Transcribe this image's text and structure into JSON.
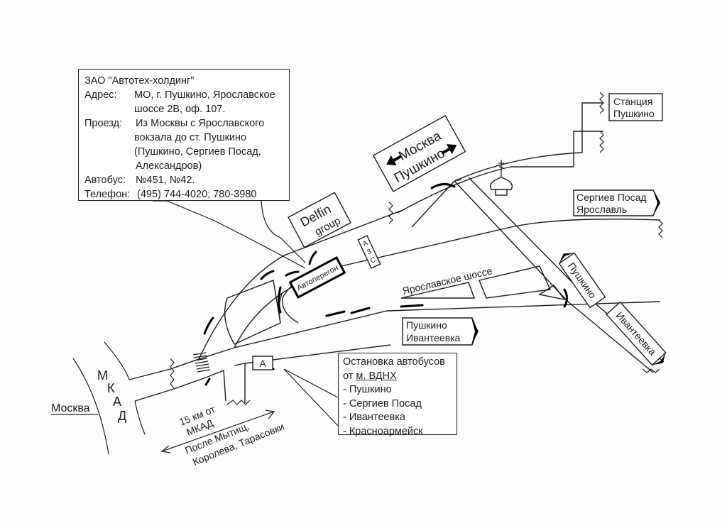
{
  "info_box": {
    "company": "ЗАО \"Автотех-холдинг\"",
    "address_label": "Адрес:",
    "address_line1": "МО, г. Пушкино, Ярославское",
    "address_line2": "шоссе 2В, оф. 107.",
    "route_label": "Проезд:",
    "route_line1": "Из Москвы с Ярославского",
    "route_line2": "вокзала до ст. Пушкино",
    "route_line3": "(Пушкино, Сергиев Посад,",
    "route_line4": "Александров)",
    "bus_label": "Автобус:",
    "bus_value": "№451, №42.",
    "phone_label": "Телефон:",
    "phone_value": "(495) 744-4020; 780-3980"
  },
  "bus_stop_box": {
    "title_line1": "Остановка автобусов",
    "title_prefix": "от ",
    "title_metro": "м. ВДНХ",
    "routes": [
      "- Пушкино",
      "- Сергиев Посад",
      "- Ивантеевка",
      "- Красноармейск"
    ]
  },
  "signs": {
    "moscow_pushkino_top": "Москва",
    "moscow_pushkino_bottom": "Пушкино",
    "station_line1": "Станция",
    "station_line2": "Пушкино",
    "sergiev_line1": "Сергиев Посад",
    "sergiev_line2": "Ярославль",
    "pushkino_ivanteevka_line1": "Пушкино",
    "pushkino_ivanteevka_line2": "Ивантеевка",
    "diag_pushkino": "Пушкино",
    "diag_ivanteevka": "Ивантеевка",
    "delfin_line1": "Delfin",
    "delfin_line2": "group",
    "autoperegon": "Автоперегон",
    "azs": [
      "А",
      "З",
      "С"
    ],
    "bus_stop_letter": "А"
  },
  "labels": {
    "road_name": "Ярославское шоссе",
    "mkad_letters": [
      "М",
      "К",
      "А",
      "Д"
    ],
    "moscow": "Москва",
    "distance_line1": "15 км от",
    "distance_line2": "МКАД",
    "after_line1": "После Мытищ,",
    "after_line2": "Королева, Тарасовки"
  },
  "icons": {
    "church": "church-dome-icon",
    "direction_arrows": "arrow-icon"
  }
}
